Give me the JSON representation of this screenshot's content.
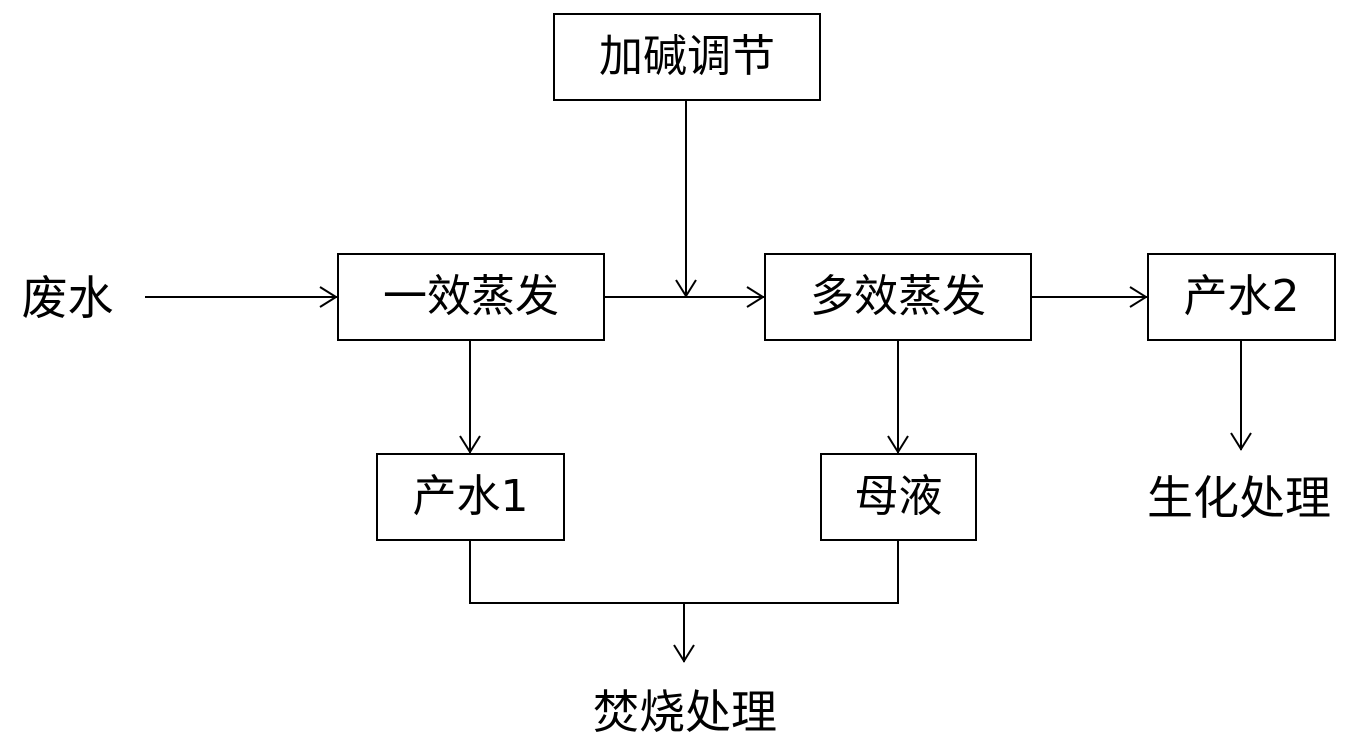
{
  "diagram": {
    "nodes": {
      "alkali_adjust": "加碱调节",
      "wastewater": "废水",
      "first_effect_evaporation": "一效蒸发",
      "multi_effect_evaporation": "多效蒸发",
      "produced_water_2": "产水2",
      "produced_water_1": "产水1",
      "mother_liquor": "母液",
      "biochemical_treatment": "生化处理",
      "incineration_treatment": "焚烧处理"
    },
    "colors": {
      "stroke": "#000000",
      "background": "#ffffff"
    }
  }
}
